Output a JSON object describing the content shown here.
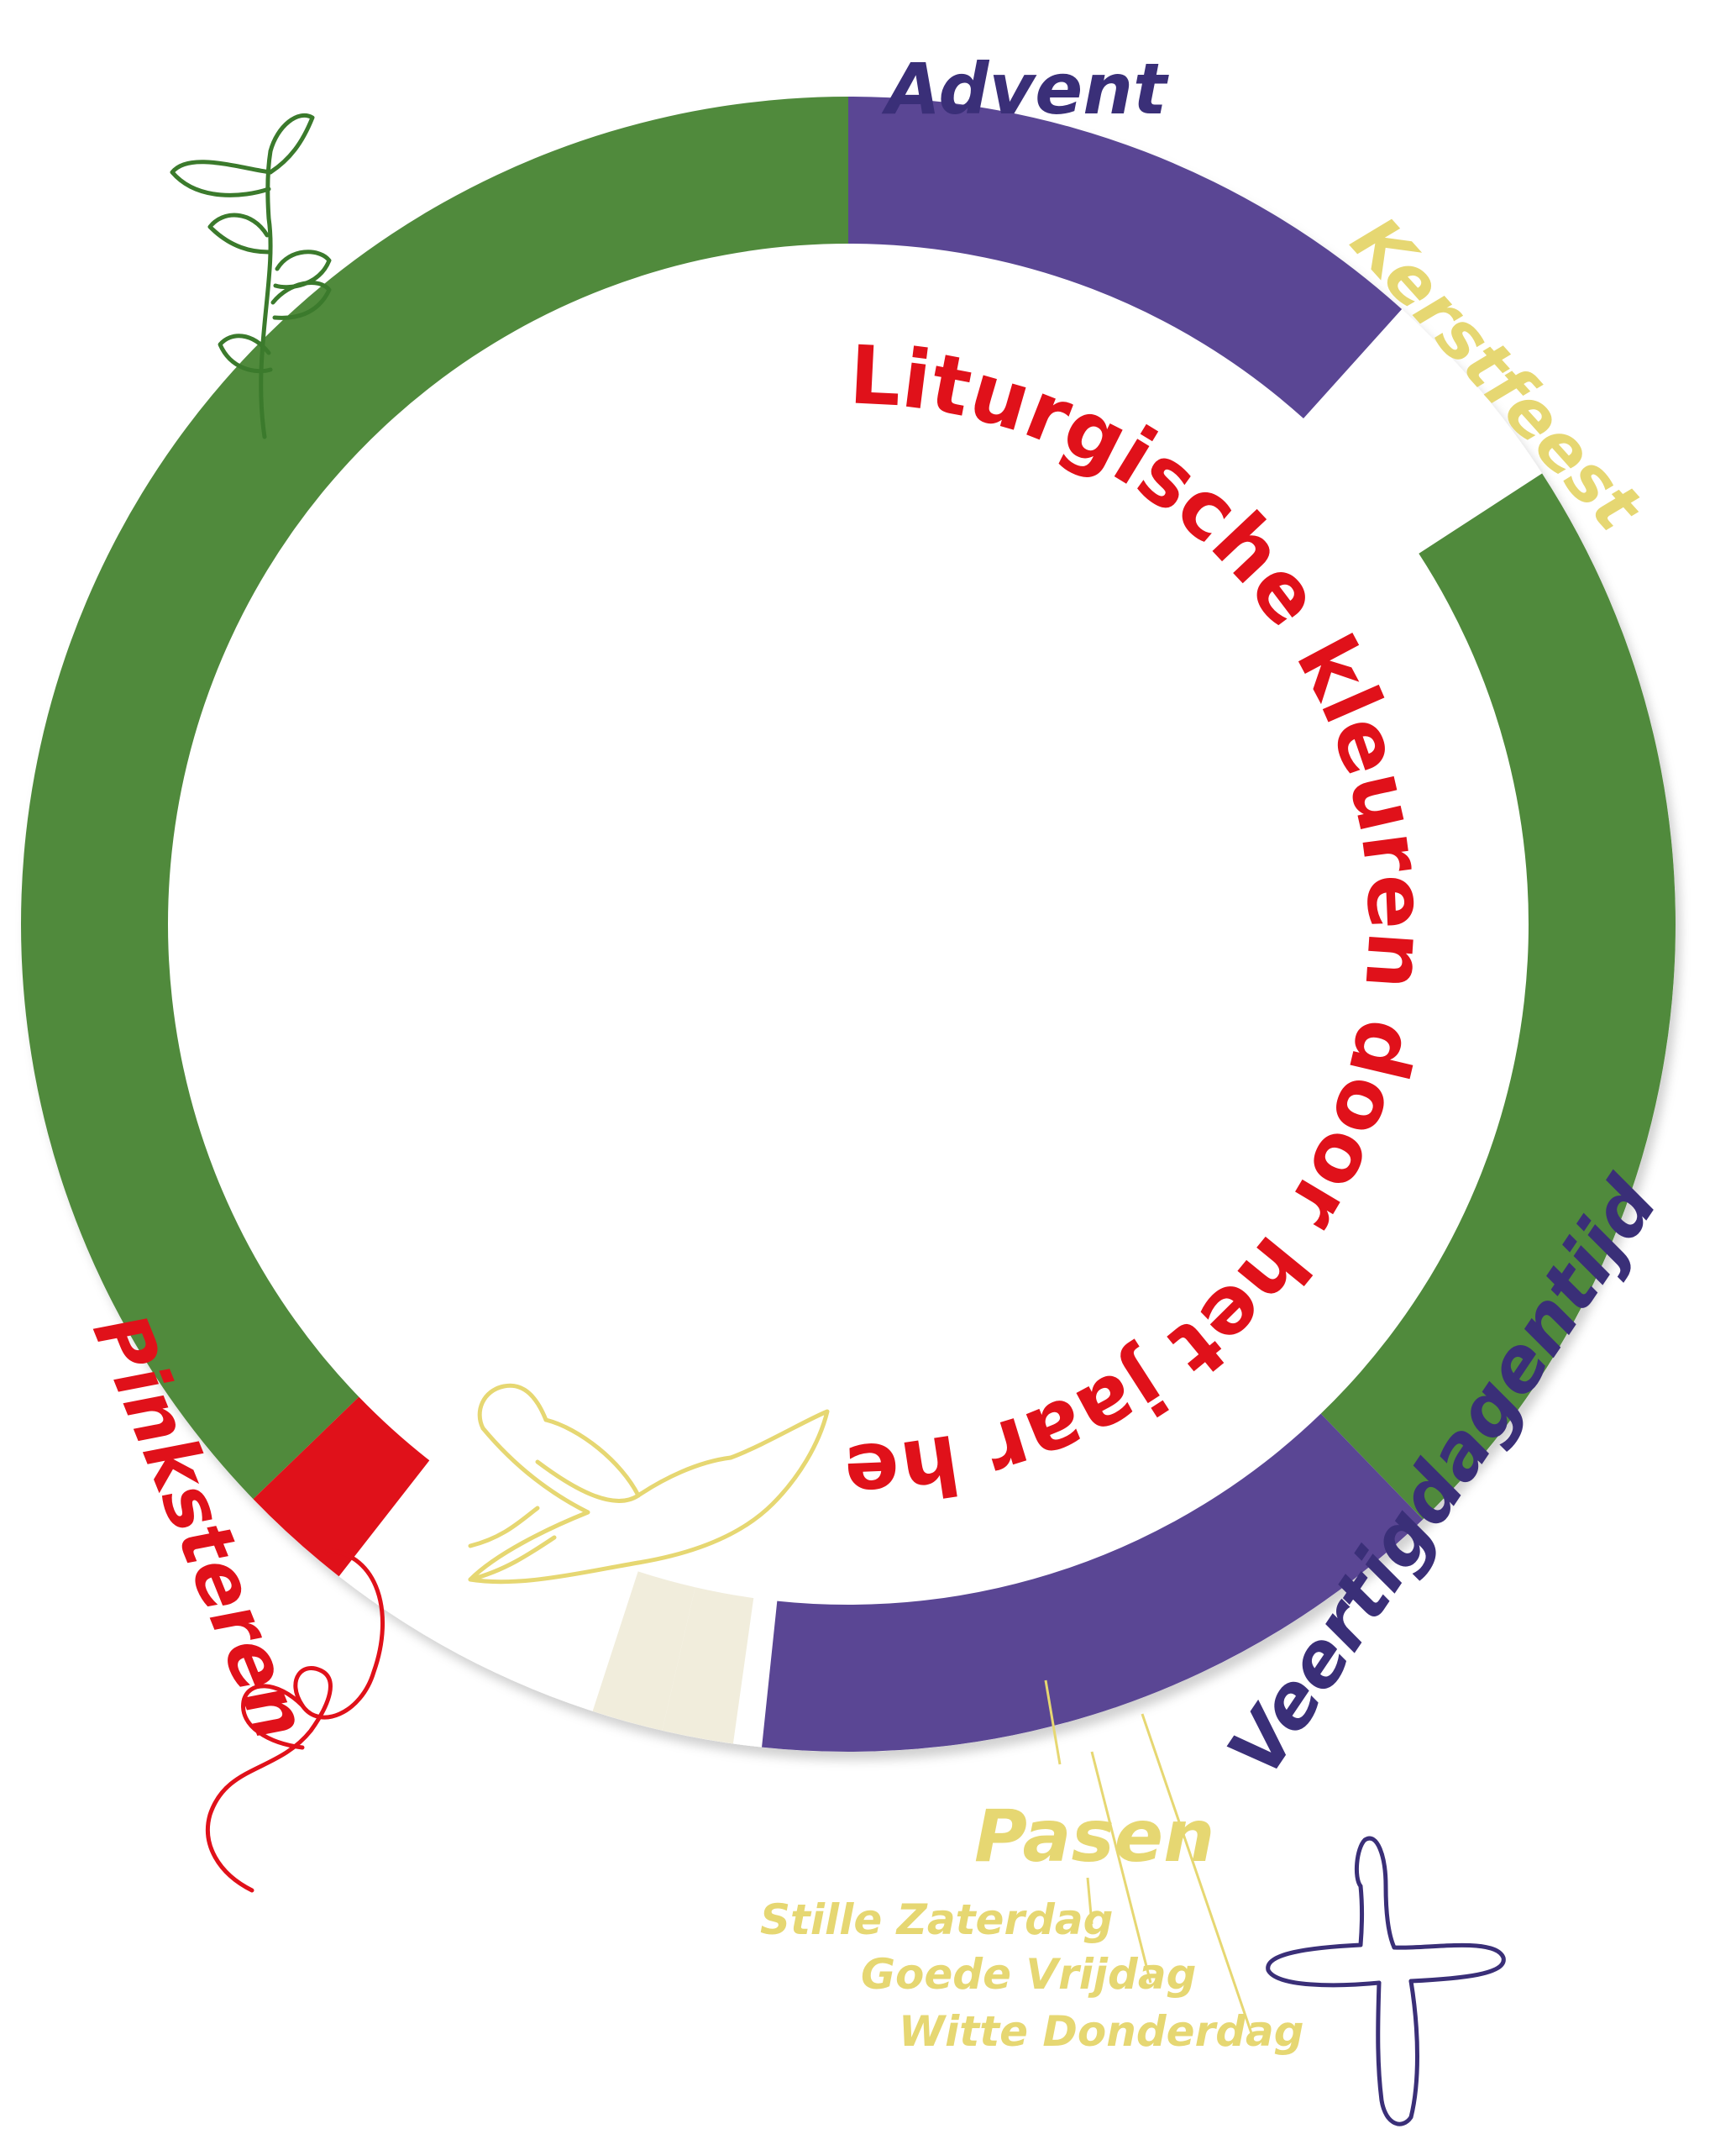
{
  "title": "Liturgische kleuren door het jaar heen",
  "colors": {
    "green": "#508a3c",
    "purple": "#5a4694",
    "red": "#e0111a",
    "white": "#ffffff",
    "paschal": "#f1eddc",
    "gold": "#e6d772",
    "navy": "#3a2f78",
    "title_red": "#e0111a"
  },
  "seasons": {
    "advent": "Advent",
    "kerstfeest": "Kerstfeest",
    "veertigdagentijd": "Veertigdagentijd",
    "pasen": "Pasen",
    "pinksteren": "Pinksteren"
  },
  "holy_week": {
    "stille_zaterdag": "Stille Zaterdag",
    "goede_vrijdag": "Goede Vrijdag",
    "witte_donderdag": "Witte Donderdag"
  },
  "icons": [
    "olive-branch-icon",
    "dove-icon",
    "heart-line-icon",
    "cross-icon",
    "candle-icon"
  ]
}
